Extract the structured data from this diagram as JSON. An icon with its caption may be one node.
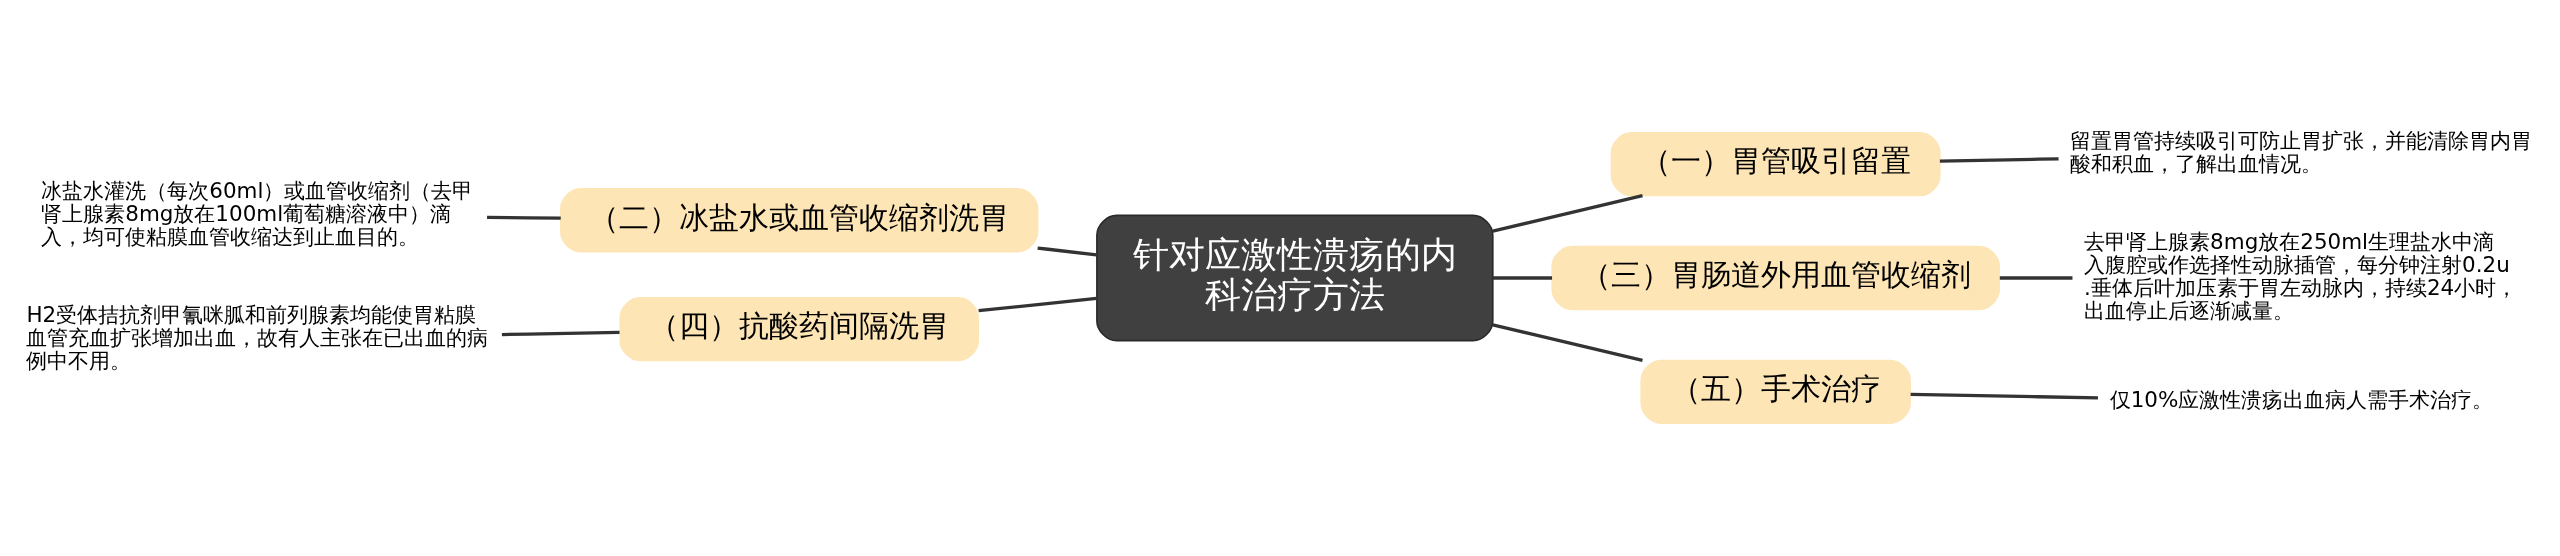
{
  "diagram": {
    "nodes": [
      {
        "text": [
          "针对应激性溃疡的内科治疗方法"
        ]
      },
      {
        "text": [
          "（一）胃管吸引留置"
        ]
      },
      {
        "text": [
          "留置胃管持续吸引可防止胃扩张，并能清除胃内胃酸和积血，了解出血情况。"
        ]
      },
      {
        "text": [
          "（二）冰盐水或血管收缩剂洗胃"
        ]
      },
      {
        "text": [
          "冰盐水灌洗（每次60ml）或血管收缩剂（去甲肾上腺素8mg放在100ml葡萄糖溶液中）滴入，均可使粘膜血管收缩达到止血目的。"
        ]
      },
      {
        "text": [
          "（三）胃肠道外用血管收缩剂"
        ]
      },
      {
        "text": [
          "去甲肾上腺素8mg放在250ml生理盐水中滴入腹腔或作选择性动脉插管，每分钟注射0.2u.垂体后叶加压素于胃左动脉内，持续24小时，出血停止后逐渐减量。"
        ]
      },
      {
        "text": [
          "（四）抗酸药间隔洗胃"
        ]
      },
      {
        "text": [
          "H2受体拮抗剂甲氰咪胍和前列腺素均能使胃粘膜血管充血扩张增加出血，故有人主张在已出血的病例中不用。"
        ]
      },
      {
        "text": [
          "（五）手术治疗"
        ]
      },
      {
        "text": [
          "仅10%应激性溃疡出血病人需手术治疗。"
        ]
      }
    ],
    "edges": [
      {
        "from": 0,
        "to": 1,
        "arrow": "none"
      },
      {
        "from": 1,
        "to": 2,
        "arrow": "none"
      },
      {
        "from": 3,
        "to": 0,
        "arrow": "none"
      },
      {
        "from": 4,
        "to": 3,
        "arrow": "none"
      },
      {
        "from": 0,
        "to": 5,
        "arrow": "none"
      },
      {
        "from": 5,
        "to": 6,
        "arrow": "none"
      },
      {
        "from": 7,
        "to": 0,
        "arrow": "none"
      },
      {
        "from": 8,
        "to": 7,
        "arrow": "none"
      },
      {
        "from": 0,
        "to": 9,
        "arrow": "none"
      },
      {
        "from": 9,
        "to": 10,
        "arrow": "none"
      }
    ]
  }
}
